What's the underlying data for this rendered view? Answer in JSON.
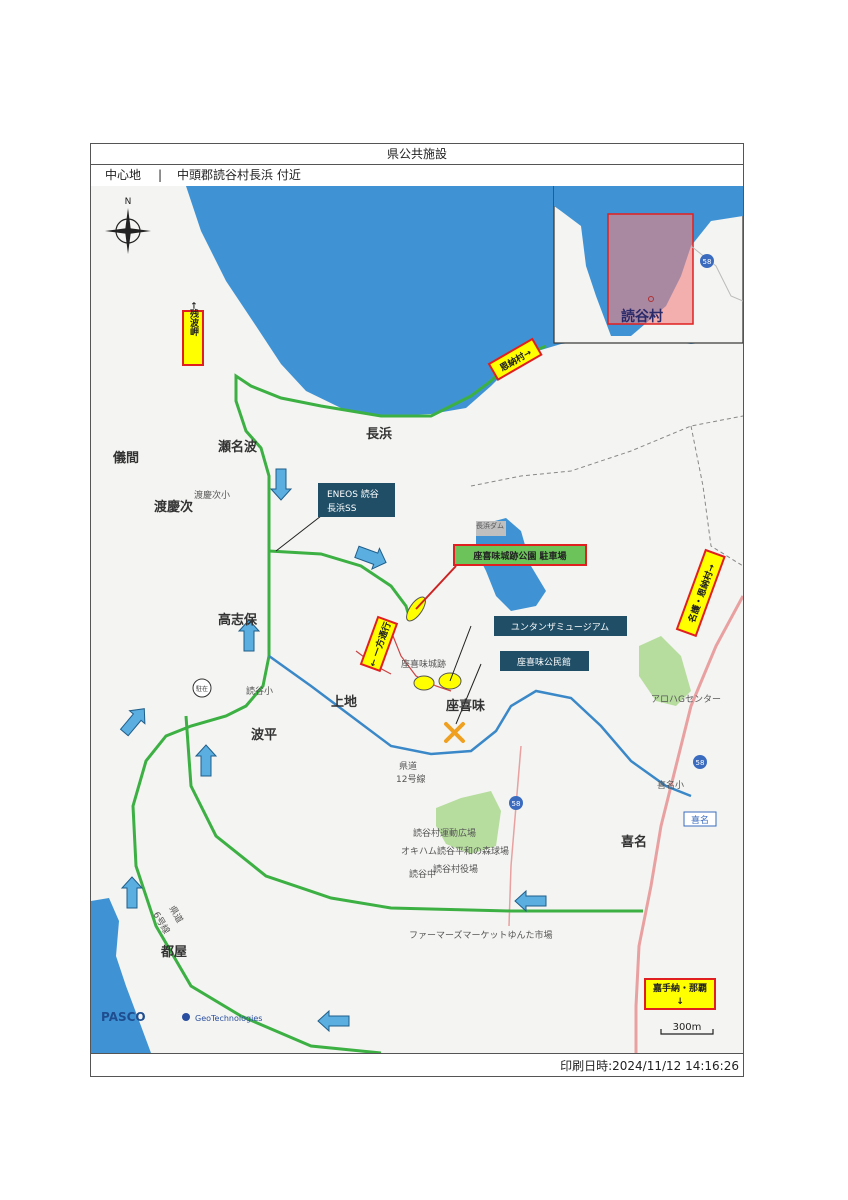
{
  "header": {
    "title": "県公共施設",
    "center_label": "中心地",
    "separator": "|",
    "location": "中頭郡読谷村長浜 付近"
  },
  "footer": {
    "print_date": "印刷日時:2024/11/12 14:16:26"
  },
  "map": {
    "colors": {
      "sea": "#3f93d4",
      "route_green": "#3cb043",
      "route_blue": "#3a88c8",
      "arrow_blue": "#5aaee0",
      "sign_yellow": "#ffff00",
      "sign_border": "#e02020",
      "callout_fill": "#1f4e66",
      "inset_red": "#f08080"
    },
    "compass": "N",
    "place_names": {
      "nagahama": "長浜",
      "senaha": "瀬名波",
      "gima": "儀間",
      "tokeshi": "渡慶次",
      "takashiho": "高志保",
      "hanza": "波平",
      "uechi": "上地",
      "zakimi": "座喜味",
      "kina": "喜名",
      "toya": "都屋"
    },
    "small_labels": {
      "tokeshi_school": "渡慶次小",
      "yomitan_school": "読谷小",
      "zakimi_castle": "座喜味城跡",
      "prefectural_road": "県道",
      "route12": "12号線",
      "kina_school": "喜名小",
      "kina_intersection": "喜名",
      "stadium": "読谷村運動広場",
      "okiham": "オキハム読谷平和の森球場",
      "village_office": "読谷村役場",
      "yomitan_middle": "読谷中",
      "farmers_market": "ファーマーズマーケットゆんた市場",
      "aroha": "アロハGセンター",
      "route6a": "県道",
      "route6b": "6号線",
      "route58a": "58",
      "route58b": "58",
      "route58c": "58",
      "police": "駐在",
      "nagahama_dam": "長浜ダム",
      "inset_village": "読谷村",
      "inset_route": "58"
    },
    "signs": {
      "to_zanpa": "←残波岬",
      "to_onna": "恩納村→",
      "to_nago": "名護・恩納村→",
      "one_way": "← 一方通行",
      "to_kadena": "嘉手納・那覇",
      "to_kadena_arrow": "↓"
    },
    "callouts": {
      "eneos_line1": "ENEOS 読谷",
      "eneos_line2": "長浜SS",
      "parking": "座喜味城跡公園 駐車場",
      "museum": "ユンタンザミュージアム",
      "community_hall": "座喜味公民館"
    },
    "logos": {
      "pasco": "PASCO",
      "geotech": "GeoTechnologies"
    },
    "scale": "300m"
  }
}
